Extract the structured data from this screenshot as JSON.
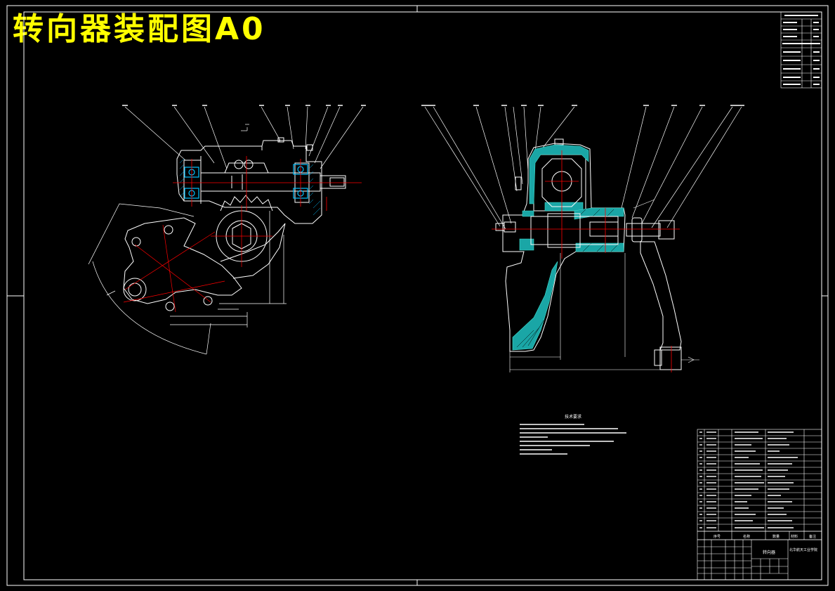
{
  "title": "转向器装配图A0",
  "tech_requirements_heading": "技术要求",
  "title_block": {
    "part_name": "转向器",
    "school": "北华航天工业学院",
    "col_labels": [
      "序号",
      "名称",
      "数量",
      "材料",
      "备注"
    ]
  },
  "colors": {
    "title": "#ffff00",
    "line": "#ffffff",
    "center": "#ff0000",
    "hatch": "#00c0ff",
    "section": "#40e0d0"
  }
}
